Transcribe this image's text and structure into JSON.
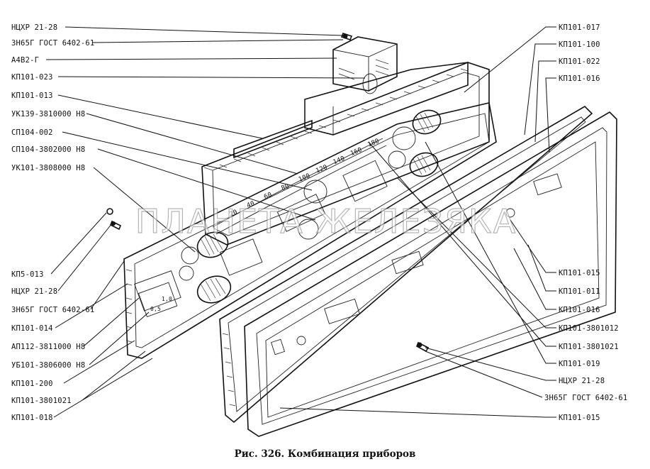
{
  "caption": "Рис. 326. Комбинация приборов",
  "watermark": "ПЛАНЕТА ЖЕЛЕЗЯКА",
  "labels_left": [
    "НЦХР 21-28",
    "ЗН65Г ГОСТ 6402-61",
    "А4В2-Г",
    "КП101-023",
    "КП101-013",
    "УК139-3810000 Н8",
    "СП104-002",
    "СП104-3802000 Н8",
    "УК101-3808000 Н8",
    "КП5-013",
    "НЦХР 21-28",
    "ЗН65Г ГОСТ 6402-61",
    "КП101-014",
    "АП112-3811000 Н8",
    "УБ101-3806000 Н8",
    "КП101-200",
    "КП101-3801021",
    "КП101-018"
  ],
  "labels_right": [
    "КП101-017",
    "КП101-100",
    "КП101-022",
    "КП101-016",
    "КП101-015",
    "КП101-011",
    "КП101-016",
    "КП101-3801012",
    "КП101-3801021",
    "КП101-019",
    "НЦХР 21-28",
    "ЗН65Г ГОСТ 6402-61",
    "КП101-015"
  ],
  "scale_numbers": [
    "180",
    "160",
    "140",
    "120",
    "100",
    "80",
    "60",
    "40",
    "20"
  ],
  "gauge_marks": [
    "0,5",
    "1,0"
  ]
}
